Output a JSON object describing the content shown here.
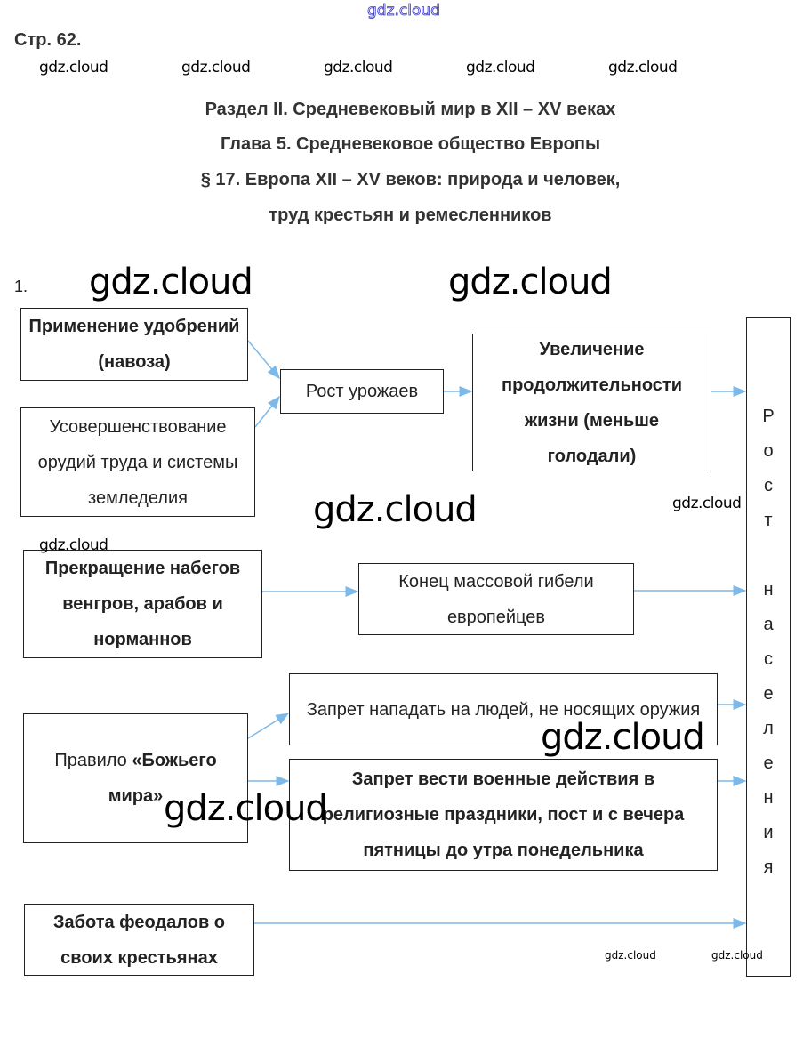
{
  "header": {
    "top_watermark": "gdz.cloud",
    "page_ref": "Стр. 62.",
    "watermark_row": [
      "gdz.cloud",
      "gdz.cloud",
      "gdz.cloud",
      "gdz.cloud",
      "gdz.cloud"
    ]
  },
  "titles": [
    "Раздел II. Средневековый мир в XII – XV веках",
    "Глава 5. Средневековое общество Европы",
    "§ 17. Европа XII – XV веков: природа и человек,",
    "труд крестьян и ремесленников"
  ],
  "task_number": "1.",
  "watermark": "gdz.cloud",
  "boxes": {
    "fertilizer": "Применение удобрений (навоза)",
    "tools": "Усовершенствование орудий труда и системы земледелия",
    "harvest": "Рост урожаев",
    "lifespan": "Увеличение продолжительности жизни (меньше голодали)",
    "raids": "Прекращение набегов венгров, арабов и норманнов",
    "deaths": "Конец массовой гибели европейцев",
    "peace_rule_prefix": "Правило ",
    "peace_rule_bold": "«Божьего мира»",
    "ban_unarmed": "Запрет нападать на людей, не носящих оружия",
    "ban_war": "Запрет вести военные действия в религиозные праздники, пост и с вечера пятницы до утра понедельника",
    "care": "Забота феодалов о своих крестьянах"
  },
  "result_letters": [
    "Р",
    "о",
    "с",
    "т",
    "",
    "н",
    "а",
    "с",
    "е",
    "л",
    "е",
    "н",
    "и",
    "я"
  ],
  "colors": {
    "arrow": "#7db9e8",
    "top_watermark": "#3333cc"
  }
}
